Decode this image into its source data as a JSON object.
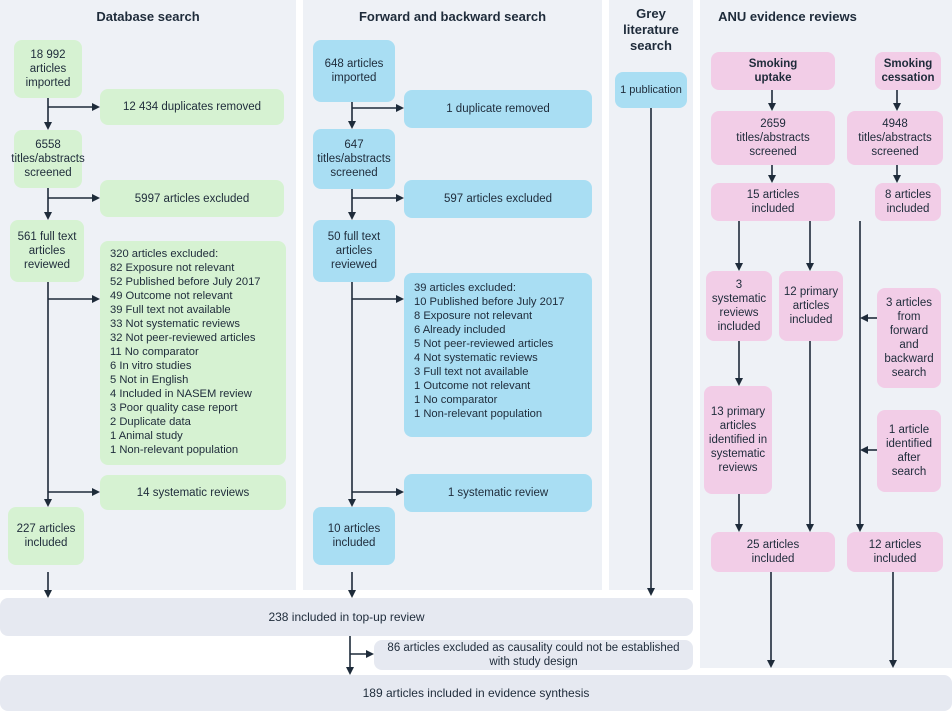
{
  "headers": {
    "database": "Database search",
    "forward": "Forward and backward search",
    "grey": "Grey literature search",
    "anu": "ANU evidence reviews"
  },
  "database": {
    "imported": "18 992 articles imported",
    "duplicates": "12 434 duplicates removed",
    "screened": "6558 titles/abstracts screened",
    "excluded": "5997 articles excluded",
    "fulltext": "561 full text articles reviewed",
    "excluded_list": [
      "320 articles excluded:",
      "82 Exposure not relevant",
      "52 Published before July 2017",
      "49 Outcome not relevant",
      "39 Full text not available",
      "33 Not systematic reviews",
      "32 Not peer-reviewed articles",
      "11 No comparator",
      "6  In vitro studies",
      "5 Not in English",
      "4 Included in NASEM review",
      "3 Poor quality case report",
      "2 Duplicate data",
      "1 Animal study",
      "1 Non-relevant population"
    ],
    "systematic": "14 systematic reviews",
    "included": "227 articles included"
  },
  "forward": {
    "imported": "648 articles imported",
    "duplicates": "1 duplicate removed",
    "screened": "647 titles/abstracts screened",
    "excluded": "597 articles excluded",
    "fulltext": "50 full text articles reviewed",
    "excluded_list": [
      "39 articles excluded:",
      "10 Published before July 2017",
      "8 Exposure not relevant",
      "6 Already included",
      "5 Not peer-reviewed articles",
      "4 Not systematic reviews",
      "3 Full text not available",
      "1 Outcome not relevant",
      "1 No comparator",
      "1 Non-relevant population"
    ],
    "systematic": "1 systematic review",
    "included": "10 articles included"
  },
  "grey": {
    "publication": "1 publication"
  },
  "anu": {
    "uptake_title": "Smoking uptake",
    "cessation_title": "Smoking cessation",
    "uptake_screened": "2659 titles/abstracts screened",
    "cessation_screened": "4948 titles/abstracts screened",
    "uptake_included": "15 articles included",
    "cessation_included": "8 articles included",
    "uptake_systematic": "3 systematic reviews included",
    "uptake_primary": "12 primary articles included",
    "uptake_identified": "13 primary articles identified in systematic reviews",
    "cessation_forward": "3 articles from forward and backward search",
    "cessation_after": "1 article identified after search",
    "uptake_final": "25 articles included",
    "cessation_final": "12 articles included"
  },
  "bottom": {
    "topup": "238 included in top-up review",
    "causality": "86 articles excluded as causality could not be established with study design",
    "synthesis": "189 articles included in evidence synthesis"
  }
}
